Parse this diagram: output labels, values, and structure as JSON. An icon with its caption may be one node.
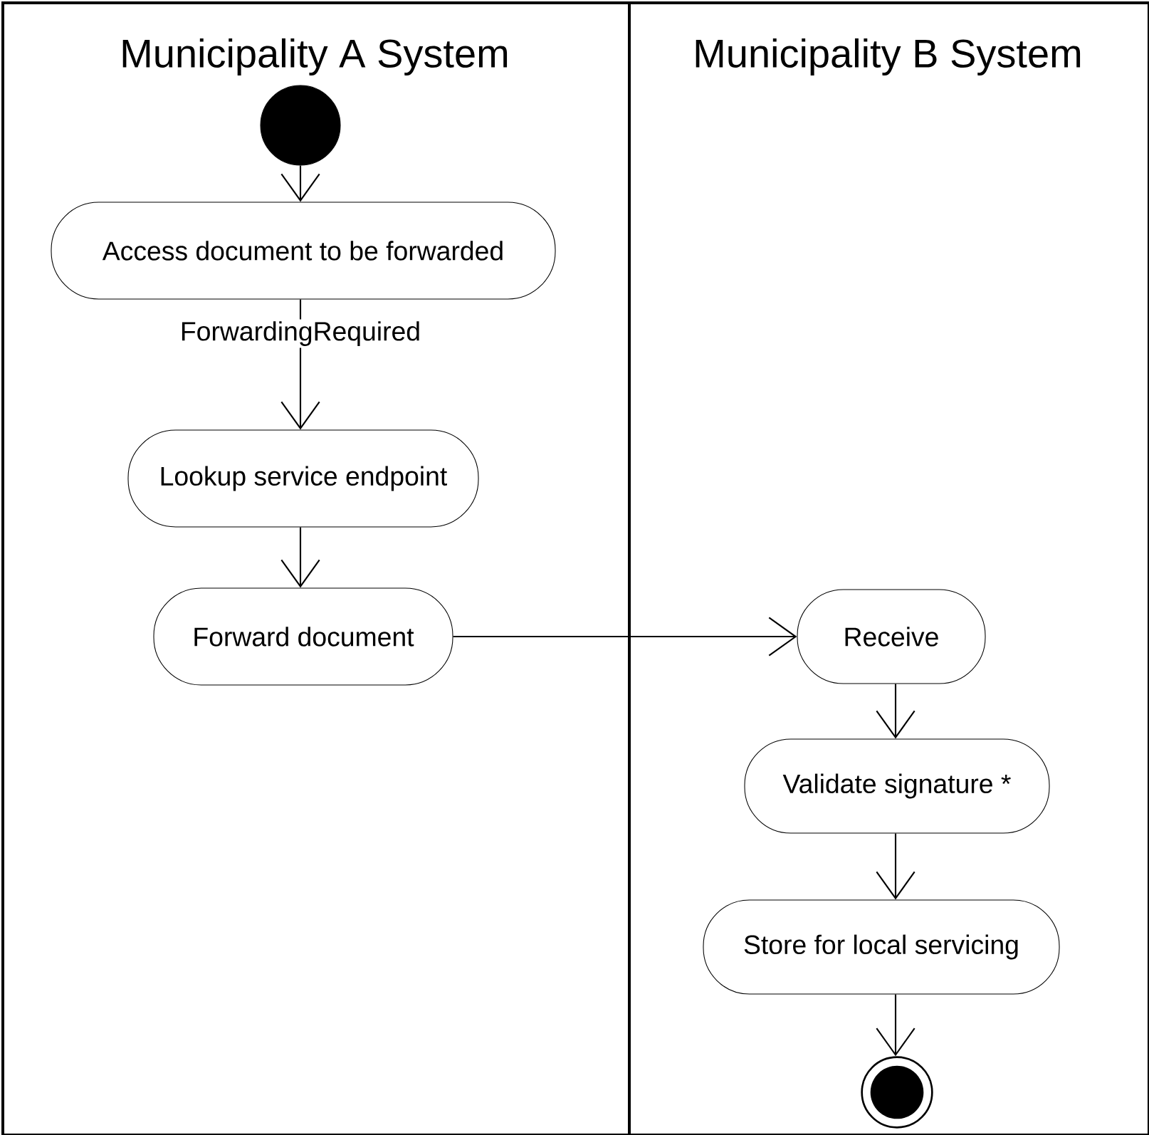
{
  "diagram": {
    "nodes": [
      {
        "text": [
          "Municipality A System"
        ]
      },
      {
        "text": [
          "Municipality B System"
        ]
      },
      {
        "text": [],
        "shape": "circle",
        "in": 0
      },
      {
        "text": [
          "Access document to be forwarded"
        ],
        "in": 0
      },
      {
        "text": [
          "Lookup service endpoint"
        ],
        "in": 0
      },
      {
        "text": [
          "Forward document"
        ],
        "in": 0
      },
      {
        "text": [
          "Receive"
        ],
        "in": 1
      },
      {
        "text": [
          "Validate signature *"
        ],
        "in": 1
      },
      {
        "text": [
          "Store for local servicing"
        ],
        "in": 1
      },
      {
        "text": [],
        "shape": "circle",
        "in": 1
      }
    ],
    "edges": [
      {
        "from": 2,
        "to": 3,
        "arrow": "to"
      },
      {
        "from": 3,
        "to": 4,
        "arrow": "to",
        "label": "ForwardingRequired"
      },
      {
        "from": 4,
        "to": 5,
        "arrow": "to"
      },
      {
        "from": 5,
        "to": 6,
        "arrow": "to"
      },
      {
        "from": 6,
        "to": 7,
        "arrow": "to"
      },
      {
        "from": 7,
        "to": 8,
        "arrow": "to"
      },
      {
        "from": 8,
        "to": 9,
        "arrow": "to"
      }
    ]
  }
}
